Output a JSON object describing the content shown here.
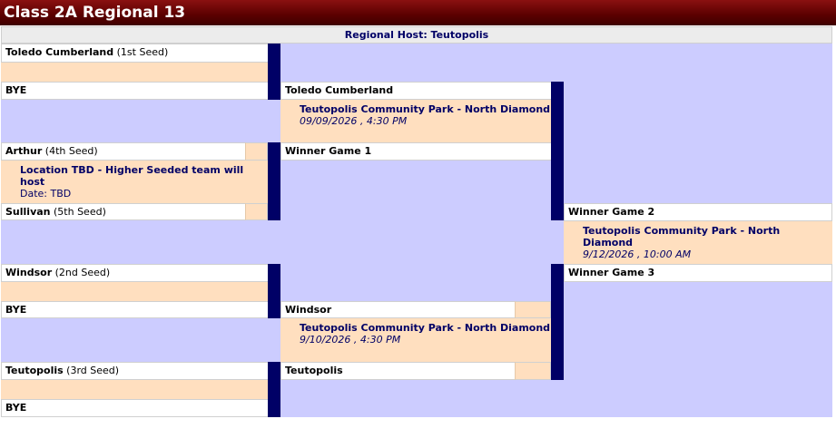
{
  "title": "Class 2A Regional 13",
  "host": "Regional Host: Teutopolis",
  "round1": {
    "slot1": {
      "name": "Toledo Cumberland",
      "seed": "(1st Seed)"
    },
    "slot2": {
      "name": "BYE"
    },
    "slot3": {
      "name": "Arthur",
      "seed": "(4th Seed)"
    },
    "game3": {
      "location": "Location TBD - Higher Seeded team will host",
      "datetime": "Date: TBD"
    },
    "slot4": {
      "name": "Sullivan",
      "seed": "(5th Seed)"
    },
    "slot5": {
      "name": "Windsor",
      "seed": "(2nd Seed)"
    },
    "slot6": {
      "name": "BYE"
    },
    "slot7": {
      "name": "Teutopolis",
      "seed": "(3rd Seed)"
    },
    "slot8": {
      "name": "BYE"
    }
  },
  "round2": {
    "slot1": {
      "name": "Toledo Cumberland"
    },
    "game1": {
      "location": "Teutopolis Community Park - North Diamond",
      "datetime": "09/09/2026 , 4:30 PM"
    },
    "slot2": {
      "name": "Winner Game 1"
    },
    "slot3": {
      "name": "Windsor"
    },
    "game2": {
      "location": "Teutopolis Community Park - North Diamond",
      "datetime": "9/10/2026 , 4:30 PM"
    },
    "slot4": {
      "name": "Teutopolis"
    }
  },
  "round3": {
    "slot1": {
      "name": "Winner Game 2"
    },
    "game": {
      "location": "Teutopolis Community Park - North Diamond",
      "datetime": "9/12/2026 , 10:00 AM"
    },
    "slot2": {
      "name": "Winner Game 3"
    }
  },
  "colors": {
    "header": "#6b0000",
    "background": "#ccccff",
    "game_box": "#ffdfbf",
    "connector": "#000066",
    "link_text": "#000066"
  }
}
